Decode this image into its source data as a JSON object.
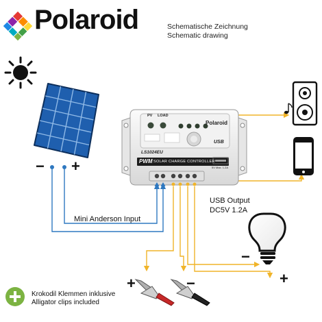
{
  "header": {
    "brand": "Polaroid",
    "caption_de": "Schematische Zeichnung",
    "caption_en": "Schematic drawing"
  },
  "controller": {
    "brand": "Polaroid",
    "model": "LS1024EU",
    "pwm": "PWM",
    "subtitle": "SOLAR CHARGE CONTROLLER",
    "pv_label": "PV",
    "load_label": "LOAD",
    "usb_logo": "USB",
    "usb_rating": "5V  Max. 1.2A"
  },
  "labels": {
    "anderson": "Mini Anderson Input",
    "usb_line1": "USB Output",
    "usb_line2": "DC5V 1.2A",
    "panel_minus": "−",
    "panel_plus": "+",
    "bulb_minus": "−",
    "bulb_plus": "+",
    "clip_plus": "+",
    "clip_minus": "−",
    "clips_de": "Krokodil Klemmen inklusive",
    "clips_en": "Alligator clips included"
  },
  "icons": [
    "polaroid-logo-icon",
    "sun-icon",
    "solar-panel-icon",
    "speaker-icon",
    "smartphone-icon",
    "light-bulb-icon",
    "alligator-clip-icon",
    "plus-circle-icon"
  ],
  "colors": {
    "input_wire": "#2e78c0",
    "output_wire": "#f0b429",
    "panel": "#1f5fae",
    "clip_red": "#c62828",
    "clip_black": "#222222",
    "plus_badge": "#7cb342"
  }
}
